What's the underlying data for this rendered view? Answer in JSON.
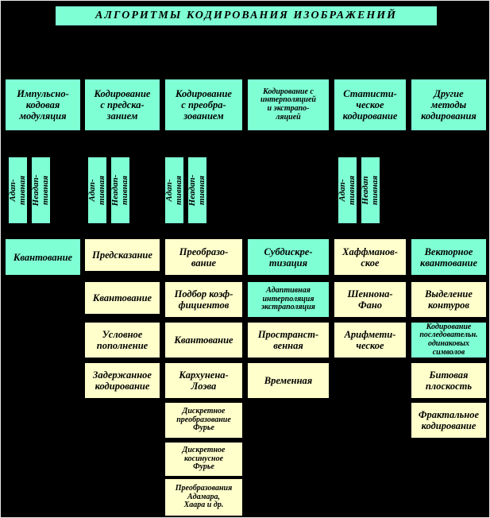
{
  "colors": {
    "background": "#000000",
    "box_cyan": "#7FFFD4",
    "box_yellow": "#FFFFCC",
    "text": "#000000"
  },
  "title": "АЛГОРИТМЫ КОДИРОВАНИЯ ИЗОБРАЖЕНИЙ",
  "columns": [
    {
      "header": "Импульсно-\nкодовая\nмодуляция",
      "subheaders": [
        "Адап-\nтивная",
        "Неадап-\nтивная"
      ],
      "items": [
        {
          "label": "Квантование",
          "color": "cyan"
        }
      ]
    },
    {
      "header": "Кодирование\nс предска-\nзанием",
      "subheaders": [
        "Адап-\nтивная",
        "Неадап-\nтивная"
      ],
      "items": [
        {
          "label": "Предсказание",
          "color": "yellow"
        },
        {
          "label": "Квантование",
          "color": "yellow"
        },
        {
          "label": "Условное\nпополнение",
          "color": "yellow"
        },
        {
          "label": "Задержанное\nкодирование",
          "color": "yellow"
        }
      ]
    },
    {
      "header": "Кодирование\nс преобра-\nзованием",
      "subheaders": [
        "Адап-\nтивная",
        "Неадап-\nтивная"
      ],
      "items": [
        {
          "label": "Преобразо-\nвание",
          "color": "yellow"
        },
        {
          "label": "Подбор коэф-\nфициентов",
          "color": "yellow"
        },
        {
          "label": "Квантование",
          "color": "yellow"
        },
        {
          "label": "Кархунена-\nЛоэва",
          "color": "yellow"
        },
        {
          "label": "Дискретное\nпреобразование\nФурье",
          "color": "yellow"
        },
        {
          "label": "Дискретное\nкосинусное\nФурье",
          "color": "yellow"
        },
        {
          "label": "Преобразования\nАдамара,\nХаара и др.",
          "color": "yellow"
        }
      ]
    },
    {
      "header": "Кодирование с\nинтерполяцией\nи экстрапо-\nляцией",
      "subheaders": [],
      "items": [
        {
          "label": "Субдискре-\nтизация",
          "color": "cyan"
        },
        {
          "label": "Адаптивная\nинтерполяция\nэкстраполяция",
          "color": "cyan"
        },
        {
          "label": "Пространст-\nвенная",
          "color": "yellow"
        },
        {
          "label": "Временная",
          "color": "yellow"
        }
      ]
    },
    {
      "header": "Статисти-\nческое\nкодирование",
      "subheaders": [
        "Адап-\nтивная",
        "Неадап\nтивная"
      ],
      "items": [
        {
          "label": "Хаффманов-\nское",
          "color": "yellow"
        },
        {
          "label": "Шеннона-\nФано",
          "color": "yellow"
        },
        {
          "label": "Арифмети-\nческое",
          "color": "yellow"
        }
      ]
    },
    {
      "header": "Другие\nметоды\nкодирования",
      "subheaders": [],
      "items": [
        {
          "label": "Векторное\nквантование",
          "color": "cyan"
        },
        {
          "label": "Выделение\nконтуров",
          "color": "yellow"
        },
        {
          "label": "Кодирование\nпоследовательн.\nодинаковых\nсимволов",
          "color": "cyan"
        },
        {
          "label": "Битовая\nплоскость",
          "color": "yellow"
        },
        {
          "label": "Фрактальное\nкодирование",
          "color": "yellow"
        }
      ]
    }
  ]
}
